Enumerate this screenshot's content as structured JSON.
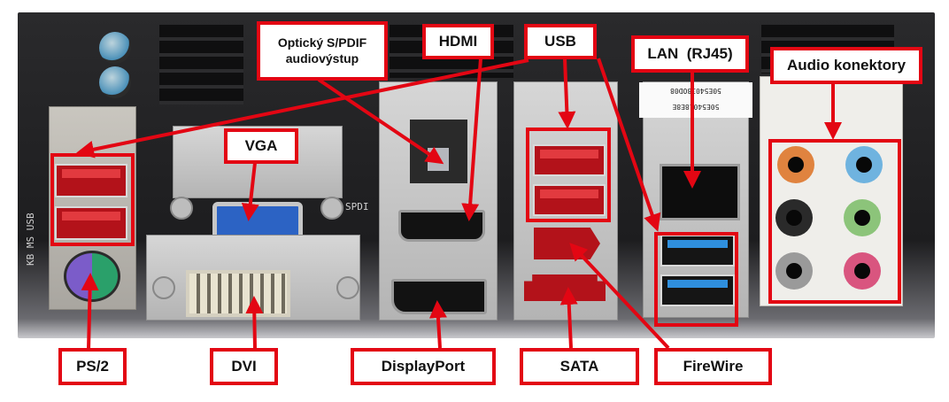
{
  "title": "Motherboard rear I/O panel connectors",
  "colors": {
    "accent": "#e30613",
    "usb2": "#d42027",
    "usb3": "#2f8fde",
    "ps2_keyboard": "#7b5cc9",
    "ps2_mouse": "#2aa06a",
    "vga": "#2c63c4",
    "audio_orange": "#e0833f",
    "audio_blue": "#6fb3df",
    "audio_black": "#1c1c1c",
    "audio_green": "#8cc47a",
    "audio_gray": "#9a9a9a",
    "audio_pink": "#d9557f"
  },
  "labels": {
    "spdif": "Optický S/PDIF audiovýstup",
    "hdmi": "HDMI",
    "usb": "USB",
    "lan": "LAN  (RJ45)",
    "audio": "Audio konektory",
    "vga": "VGA",
    "ps2": "PS/2",
    "dvi": "DVI",
    "displayport": "DisplayPort",
    "sata": "SATA",
    "firewire": "FireWire"
  },
  "board_print": {
    "side_text": "KB MS USB",
    "spdif_text": "SPDI",
    "barcode_1": "50E54038OD08",
    "barcode_2": "50E54018E8E"
  }
}
